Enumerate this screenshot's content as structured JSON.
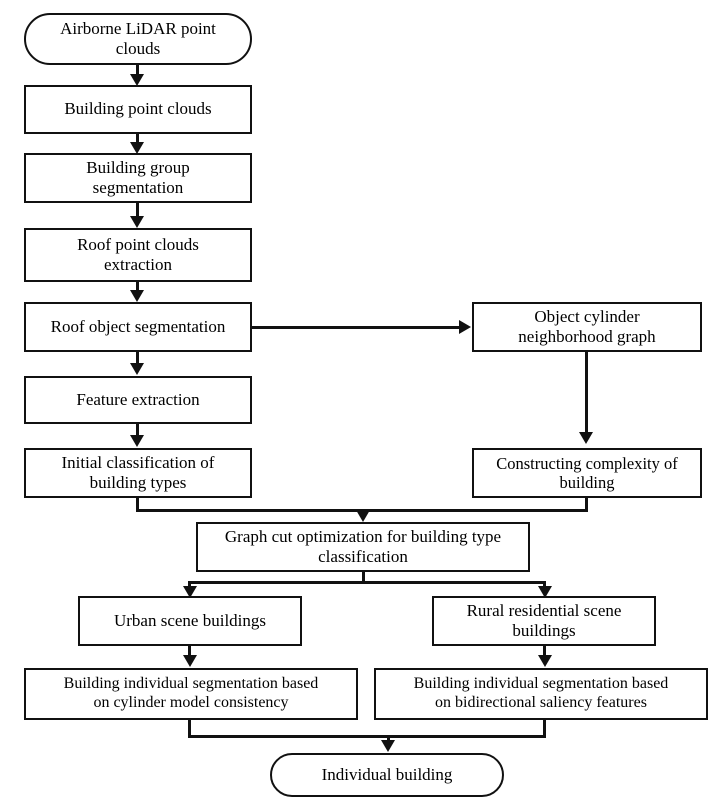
{
  "diagram": {
    "title": "Airborne LiDAR building individual segmentation workflow",
    "line_color": "#111111",
    "fill_color": "#ffffff",
    "nodes": {
      "airborne_lidar_point_clouds": "Airborne LiDAR point\nclouds",
      "building_point_clouds": "Building point clouds",
      "building_group_segmentation": "Building group\nsegmentation",
      "roof_point_clouds_extraction": "Roof point clouds\nextraction",
      "roof_object_segmentation": "Roof object segmentation",
      "feature_extraction": "Feature extraction",
      "initial_classification": "Initial classification of\nbuilding types",
      "object_cylinder_neighborhood_graph": "Object cylinder\nneighborhood graph",
      "constructing_complexity": "Constructing complexity of\nbuilding",
      "graph_cut_optimization": "Graph cut optimization for building type\nclassification",
      "urban_scene_buildings": "Urban scene buildings",
      "rural_residential_scene_buildings": "Rural residential scene\nbuildings",
      "segmentation_cylinder_model": "Building individual segmentation  based\non cylinder model consistency",
      "segmentation_bidirectional_saliency": "Building individual segmentation based\non bidirectional saliency features",
      "individual_building": "Individual building"
    }
  }
}
